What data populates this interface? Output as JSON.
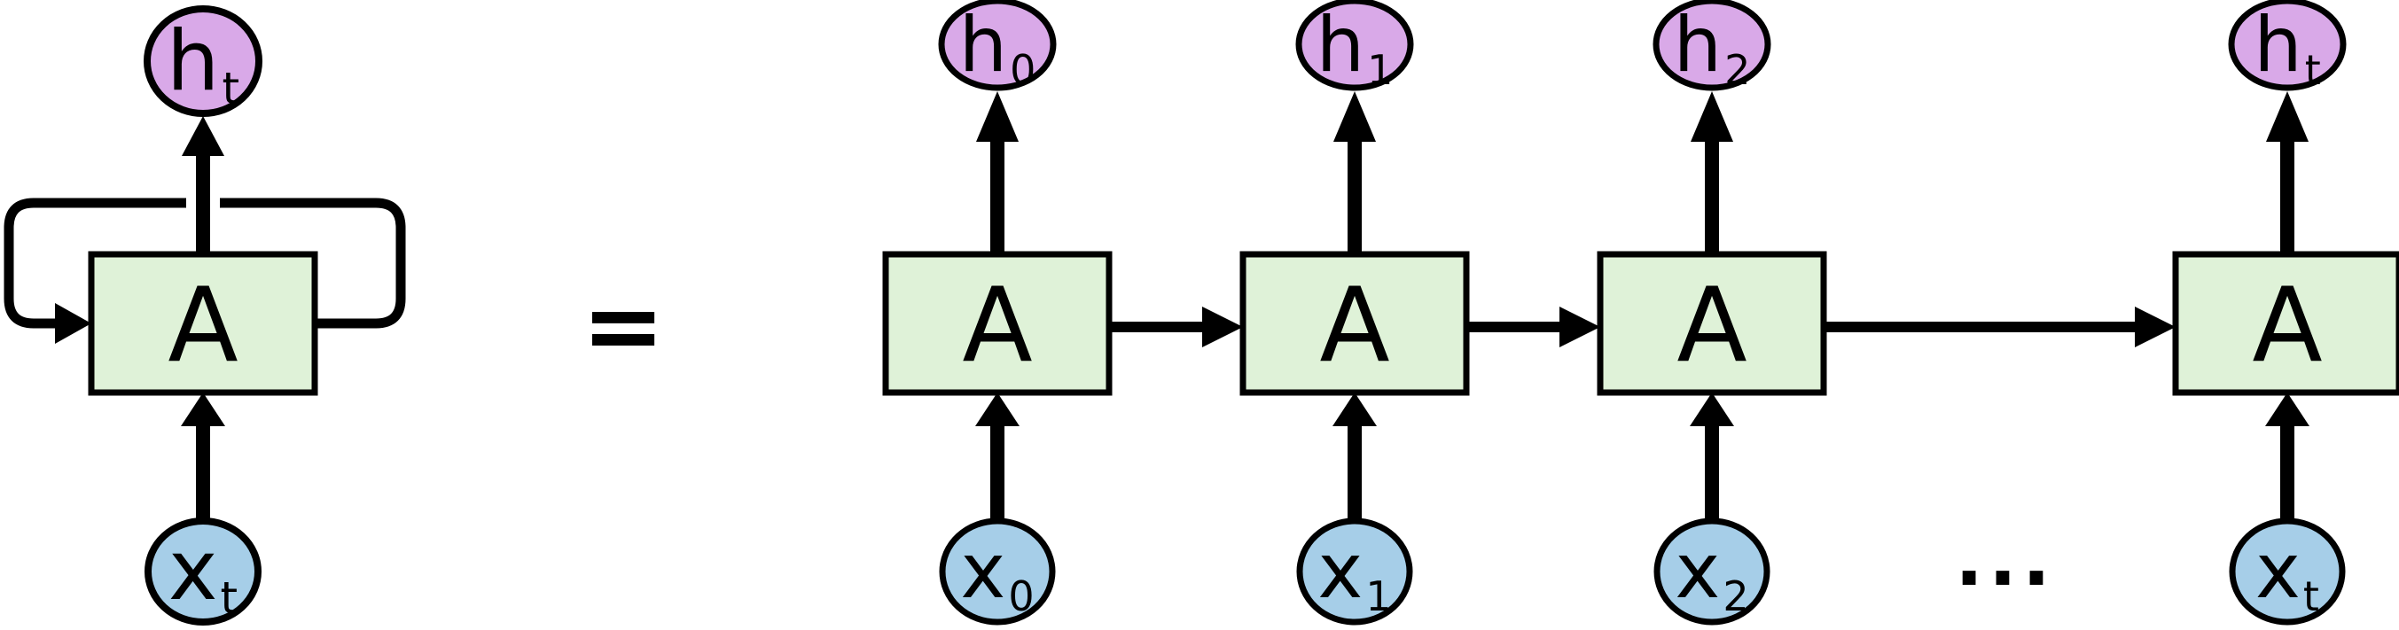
{
  "figure": {
    "equals_sign": "=",
    "ellipsis": "...",
    "colors": {
      "hidden_fill": "#D9A9E8",
      "cell_fill": "#DFF2D8",
      "input_fill": "#A6CEE8",
      "line": "#000000"
    },
    "rolled": {
      "output_main": "h",
      "output_sub": "t",
      "cell": "A",
      "input_main": "x",
      "input_sub": "t"
    },
    "unrolled": [
      {
        "output_main": "h",
        "output_sub": "0",
        "cell": "A",
        "input_main": "x",
        "input_sub": "0"
      },
      {
        "output_main": "h",
        "output_sub": "1",
        "cell": "A",
        "input_main": "x",
        "input_sub": "1"
      },
      {
        "output_main": "h",
        "output_sub": "2",
        "cell": "A",
        "input_main": "x",
        "input_sub": "2"
      },
      {
        "output_main": "h",
        "output_sub": "t",
        "cell": "A",
        "input_main": "x",
        "input_sub": "t"
      }
    ]
  }
}
